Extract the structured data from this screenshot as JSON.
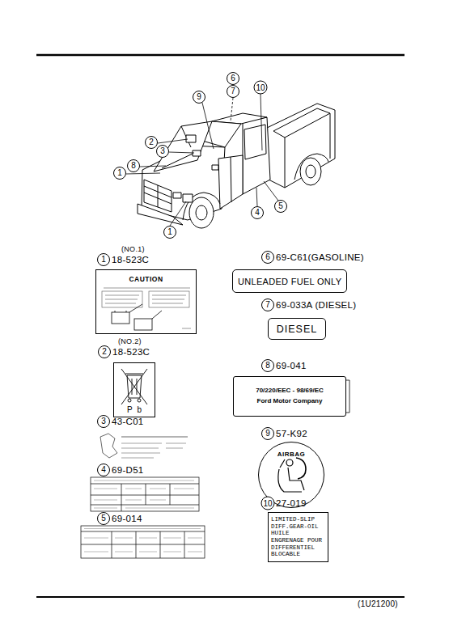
{
  "diagram": {
    "nodes": [
      {
        "text": [
          "6"
        ]
      },
      {
        "text": [
          "7"
        ]
      },
      {
        "text": [
          "10"
        ]
      },
      {
        "text": [
          "9"
        ]
      },
      {
        "text": [
          "2"
        ]
      },
      {
        "text": [
          "3"
        ]
      },
      {
        "text": [
          "8"
        ]
      },
      {
        "text": [
          "1"
        ]
      },
      {
        "text": [
          "1"
        ]
      },
      {
        "text": [
          "4"
        ]
      },
      {
        "text": [
          "5"
        ]
      },
      {
        "text": [
          "1"
        ]
      },
      {
        "text": [
          "CAUTION"
        ]
      },
      {
        "text": [
          "2"
        ]
      },
      {
        "text": [
          "Pb"
        ]
      },
      {
        "text": [
          "3"
        ]
      },
      {
        "text": [
          "4"
        ]
      },
      {
        "text": [
          "5"
        ]
      },
      {
        "text": [
          "6"
        ]
      },
      {
        "text": [
          "UNLEADED FUEL ONLY"
        ]
      },
      {
        "text": [
          "7"
        ]
      },
      {
        "text": [
          "DIESEL"
        ]
      },
      {
        "text": [
          "8"
        ]
      },
      {
        "text": [
          "70/220/EEC - 98/69/EC",
          "Ford Motor Company"
        ]
      },
      {
        "text": [
          "9"
        ]
      },
      {
        "text": [
          "AIRBAG"
        ]
      },
      {
        "text": [
          "10"
        ]
      },
      {
        "text": [
          "LIMITED-SLIP DIFF.GEAR-OIL",
          "HUILE ENGRENAGE POUR DIFFERENTIEL BLOCABLE"
        ]
      }
    ],
    "labels": [
      "(NO.1)",
      "18-523C",
      "(NO.2)",
      "18-523C",
      "43-C01",
      "69-D51",
      "69-014",
      "69-C61(GASOLINE)",
      "69-033A (DIESEL)",
      "69-041",
      "57-K92",
      "27-019",
      "(1U21200)"
    ]
  }
}
